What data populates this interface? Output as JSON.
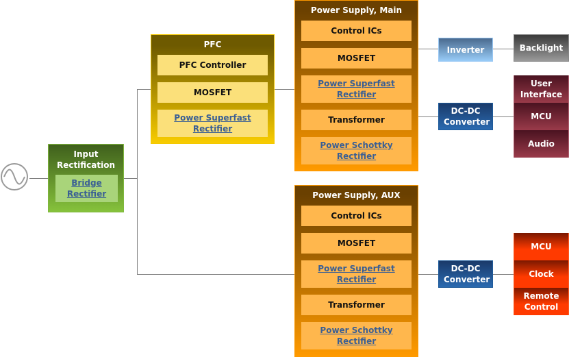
{
  "diagram": {
    "ac_source": {
      "icon": "ac-sine-icon"
    },
    "input": {
      "title": "Input Rectification",
      "items": [
        {
          "label": "Bridge Rectifier",
          "link": true
        }
      ]
    },
    "pfc": {
      "title": "PFC",
      "items": [
        {
          "label": "PFC Controller",
          "link": false
        },
        {
          "label": "MOSFET",
          "link": false
        },
        {
          "label": "Power Superfast Rectifier",
          "link": true
        }
      ]
    },
    "ps_main": {
      "title": "Power Supply, Main",
      "items": [
        {
          "label": "Control ICs",
          "link": false
        },
        {
          "label": "MOSFET",
          "link": false
        },
        {
          "label": "Power Superfast Rectifier",
          "link": true
        },
        {
          "label": "Transformer",
          "link": false
        },
        {
          "label": "Power Schottky Rectifier",
          "link": true
        }
      ]
    },
    "ps_aux": {
      "title": "Power Supply, AUX",
      "items": [
        {
          "label": "Control ICs",
          "link": false
        },
        {
          "label": "MOSFET",
          "link": false
        },
        {
          "label": "Power Superfast Rectifier",
          "link": true
        },
        {
          "label": "Transformer",
          "link": false
        },
        {
          "label": "Power Schottky Rectifier",
          "link": true
        }
      ]
    },
    "inverter": {
      "label": "Inverter"
    },
    "backlight": {
      "label": "Backlight"
    },
    "dcdc_main": {
      "label": "DC-DC Converter"
    },
    "dcdc_aux": {
      "label": "DC-DC Converter"
    },
    "main_loads": [
      "User Interface",
      "MCU",
      "Audio"
    ],
    "aux_loads": [
      "MCU",
      "Clock",
      "Remote Control"
    ]
  },
  "colors": {
    "input": "#7fb83c",
    "pfc": "#f8cc00",
    "power_supply": "#ff9a00",
    "inverter": "#98ccf8",
    "backlight": "#9a9a9a",
    "dcdc": "#2a6ab0",
    "main_loads": "#9a3a4a",
    "aux_loads": "#ff3a00",
    "link": "#3a5f94"
  }
}
